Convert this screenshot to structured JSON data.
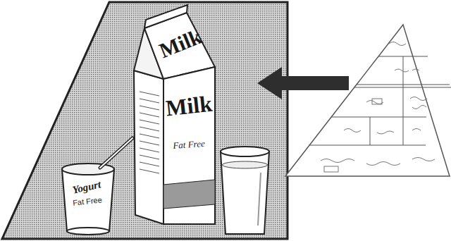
{
  "diagram": {
    "labels": [
      "Milk",
      "Milk",
      "Fat Free",
      "Yogurt",
      "Fat Free"
    ]
  }
}
